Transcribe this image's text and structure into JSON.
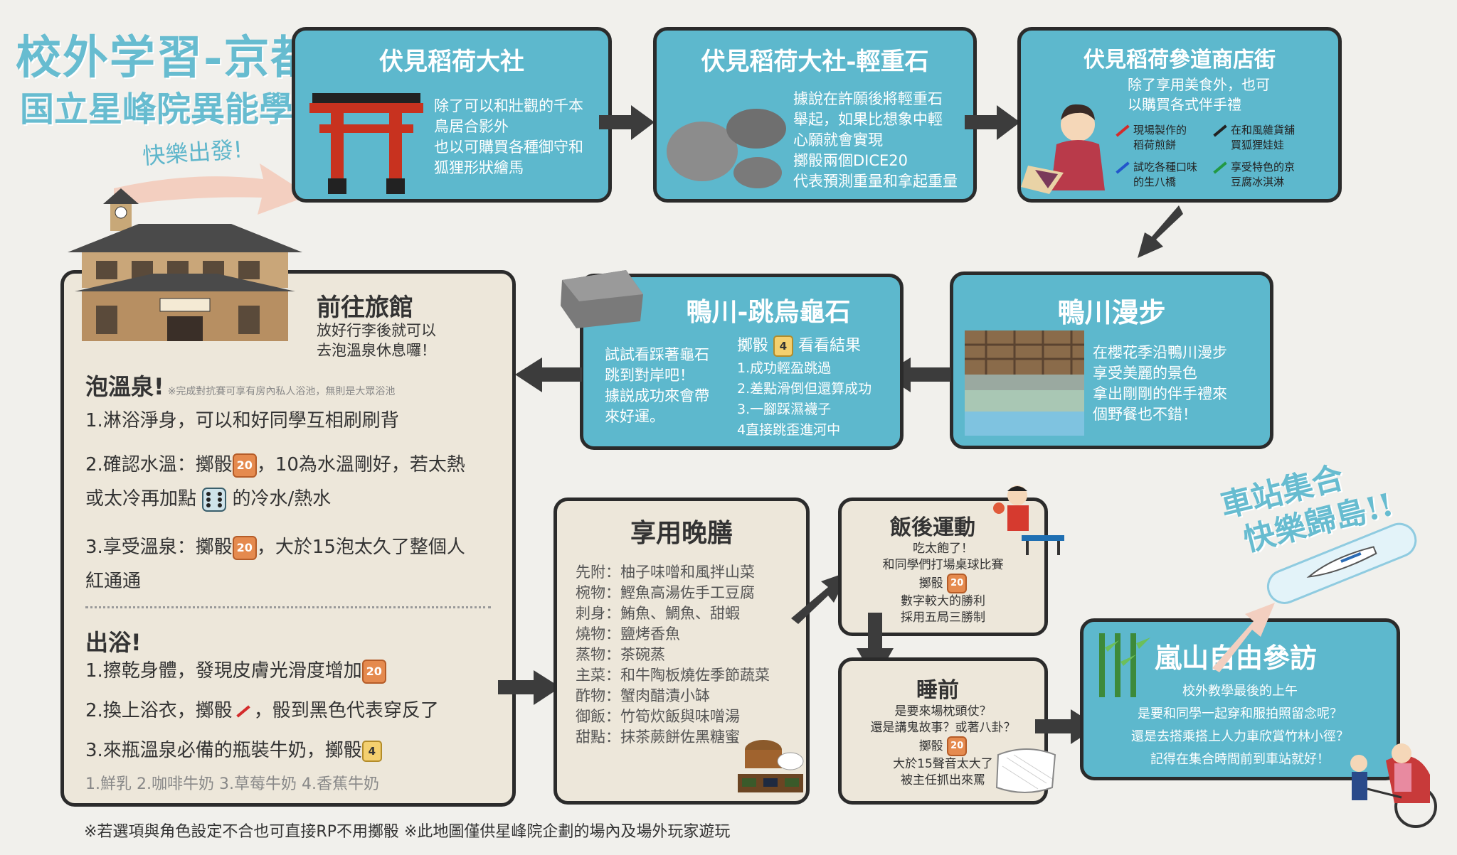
{
  "header": {
    "title": "校外学習-京都",
    "subtitle": "国立星峰院異能學校",
    "start_label": "快樂出發!"
  },
  "spots": {
    "fushimi": {
      "title": "伏見稻荷大社",
      "lines": [
        "除了可以和壯觀的千本",
        "鳥居合影外",
        "也以可購買各種御守和",
        "狐狸形狀繪馬"
      ]
    },
    "omokaru": {
      "title": "伏見稻荷大社-輕重石",
      "lines": [
        "據說在許願後將輕重石",
        "舉起，如果比想象中輕",
        "心願就會實現",
        "擲骰兩個DICE20",
        "代表預測重量和拿起重量"
      ]
    },
    "shopping": {
      "title": "伏見稻荷參道商店街",
      "lines": [
        "除了享用美食外，也可",
        "以購買各式伴手禮"
      ],
      "options": [
        [
          "現場製作的",
          "稻荷煎餅"
        ],
        [
          "在和風雜貨舖",
          "買狐狸娃娃"
        ],
        [
          "試吃各種口味",
          "的生八橋"
        ],
        [
          "享受特色的京",
          "豆腐冰淇淋"
        ]
      ],
      "pen_colors": [
        "#d42b2b",
        "#222222",
        "#2255cc",
        "#229944"
      ]
    },
    "kamo_walk": {
      "title": "鴨川漫步",
      "lines": [
        "在櫻花季沿鴨川漫步",
        "享受美麗的景色",
        "拿出剛剛的伴手禮來",
        "個野餐也不錯！"
      ]
    },
    "kamo_turtle": {
      "title": "鴨川-跳烏龜石",
      "lines": [
        "試試看踩著龜石",
        "跳到對岸吧！",
        "據説成功來會帶",
        "來好運。"
      ],
      "roll_prefix": "擲骰",
      "roll_die": "4",
      "roll_suffix": "看看結果",
      "results": [
        "1.成功輕盈跳過",
        "2.差點滑倒但還算成功",
        "3.一腳踩濕襪子",
        "4直接跳歪進河中"
      ]
    },
    "ryokan": {
      "title": "前往旅館",
      "lines": [
        "放好行李後就可以",
        "去泡溫泉休息囉！"
      ],
      "onsen_title": "泡溫泉!",
      "onsen_note": "※完成對抗賽可享有房內私人浴池，無則是大眾浴池",
      "step1": "1.淋浴淨身，可以和好同學互相刷刷背",
      "step2a": "2.確認水溫：擲骰",
      "step2b": "，10為水溫剛好，若太熱",
      "step2c": "或太冷再加點",
      "step2d": "的冷水/熱水",
      "step3a": "3.享受溫泉：擲骰",
      "step3b": "，大於15泡太久了整個人",
      "step3c": "紅通通",
      "exit_title": "出浴!",
      "exit1": "1.擦乾身體，發現皮膚光滑度增加",
      "exit2a": "2.換上浴衣，擲骰",
      "exit2b": "，骰到黑色代表穿反了",
      "exit3a": "3.來瓶溫泉必備的瓶裝牛奶，擲骰",
      "exit3b": "1.鮮乳  2.咖啡牛奶  3.草莓牛奶  4.香蕉牛奶",
      "die20": "20",
      "die4": "4"
    },
    "dinner": {
      "title": "享用晚膳",
      "menu": [
        [
          "先附",
          "柚子味噌和風拌山菜"
        ],
        [
          "椀物",
          "鰹魚高湯佐手工豆腐"
        ],
        [
          "刺身",
          "鮪魚、鯛魚、甜蝦"
        ],
        [
          "燒物",
          "鹽烤香魚"
        ],
        [
          "蒸物",
          "茶碗蒸"
        ],
        [
          "主菜",
          "和牛陶板燒佐季節蔬菜"
        ],
        [
          "酢物",
          "蟹肉醋漬小缽"
        ],
        [
          "御飯",
          "竹筍炊飯與味噌湯"
        ],
        [
          "甜點",
          "抹茶蕨餅佐黑糖蜜"
        ]
      ]
    },
    "exercise": {
      "title": "飯後運動",
      "lines": [
        "吃太飽了！",
        "和同學們打場桌球比賽"
      ],
      "roll": "擲骰",
      "after": [
        "數字較大的勝利",
        "採用五局三勝制"
      ],
      "die": "20"
    },
    "sleep": {
      "title": "睡前",
      "lines": [
        "是要來場枕頭仗？",
        "還是講鬼故事？或著八卦？"
      ],
      "roll": "擲骰",
      "after": [
        "大於15聲音太大了",
        "被主任抓出來罵"
      ],
      "die": "20"
    },
    "arashiyama": {
      "title": "嵐山自由參訪",
      "lines": [
        "校外教學最後的上午",
        "是要和同學一起穿和服拍照留念呢？",
        "還是去搭乘搭上人力車欣賞竹林小徑？",
        "記得在集合時間前到車站就好！"
      ]
    },
    "station": {
      "line1": "車站集合",
      "line2": "快樂歸島!!"
    }
  },
  "footer": "※若選項與角色設定不合也可直接RP不用擲骰   ※此地圖僅供星峰院企劃的場內及場外玩家遊玩",
  "colors": {
    "box_blue": "#5db8cd",
    "box_beige": "#ede7da",
    "border": "#2b2b2b",
    "title_accent": "#67bcd0"
  }
}
